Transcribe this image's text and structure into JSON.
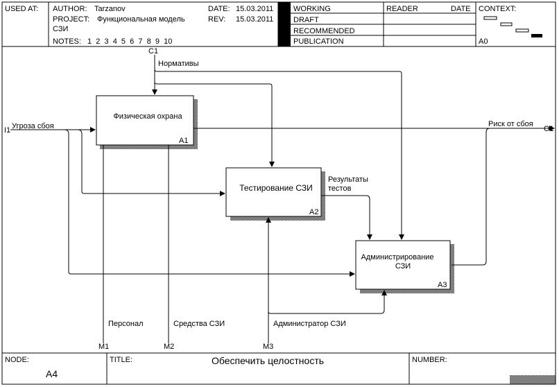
{
  "header": {
    "used_at_label": "USED AT:",
    "author_label": "AUTHOR:",
    "author": "Tarzanov",
    "project_label": "PROJECT:",
    "project": "Функциональная модель",
    "project_line2": "СЗИ",
    "date_label": "DATE:",
    "date": "15.03.2011",
    "rev_label": "REV:",
    "rev": "15.03.2011",
    "notes_label": "NOTES:",
    "notes": "1  2  3  4  5  6  7  8  9  10",
    "status": [
      "WORKING",
      "DRAFT",
      "RECOMMENDED",
      "PUBLICATION"
    ],
    "reader_label": "READER",
    "date2_label": "DATE",
    "context_label": "CONTEXT:",
    "context_node": "A0"
  },
  "boxes": [
    {
      "label": "Физическая охрана",
      "number": "A1"
    },
    {
      "label": "Тестирование СЗИ",
      "number": "A2"
    },
    {
      "label_line1": "Администрирование",
      "label_line2": "СЗИ",
      "number": "A3"
    }
  ],
  "arrows": {
    "input": "Угроза сбоя",
    "input_code": "I1",
    "control": "Нормативы",
    "control_code": "C1",
    "output": "Риск от сбоя",
    "output_code": "O1",
    "results_line1": "Результаты",
    "results_line2": "тестов",
    "mech1": "Персонал",
    "mech1_code": "M1",
    "mech2": "Средства СЗИ",
    "mech2_code": "M2",
    "mech3": "Администратор СЗИ",
    "mech3_code": "M3"
  },
  "footer": {
    "node_label": "NODE:",
    "node": "A4",
    "title_label": "TITLE:",
    "title": "Обеспечить целостность",
    "number_label": "NUMBER:"
  }
}
